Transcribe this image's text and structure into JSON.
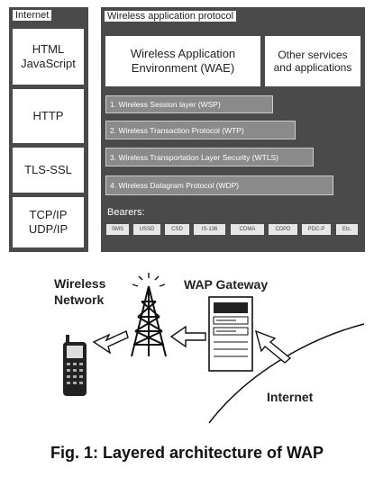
{
  "internet_stack": {
    "header": "Internet",
    "boxes": [
      "HTML\nJavaScript",
      "HTTP",
      "TLS-SSL",
      "TCP/IP\nUDP/IP"
    ]
  },
  "wap_stack": {
    "header": "Wireless application protocol",
    "wae": "Wireless Application\nEnvironment (WAE)",
    "other_services": "Other services\nand applications",
    "layers": [
      "1. Wireless Session layer (WSP)",
      "2. Wireless Transaction Protocol (WTP)",
      "3. Wireless Transportation Layer Security (WTLS)",
      "4. Wireless Datagram Protocol (WDP)"
    ],
    "bearers_label": "Bearers:",
    "bearers": [
      "SMS",
      "USSD",
      "CSD",
      "IS-136",
      "CDMA",
      "CDPD",
      "PDC-P",
      "Etc."
    ]
  },
  "network": {
    "wireless_network": "Wireless\nNetwork",
    "wap_gateway": "WAP Gateway",
    "internet": "Internet"
  },
  "caption": "Fig. 1: Layered architecture of WAP"
}
